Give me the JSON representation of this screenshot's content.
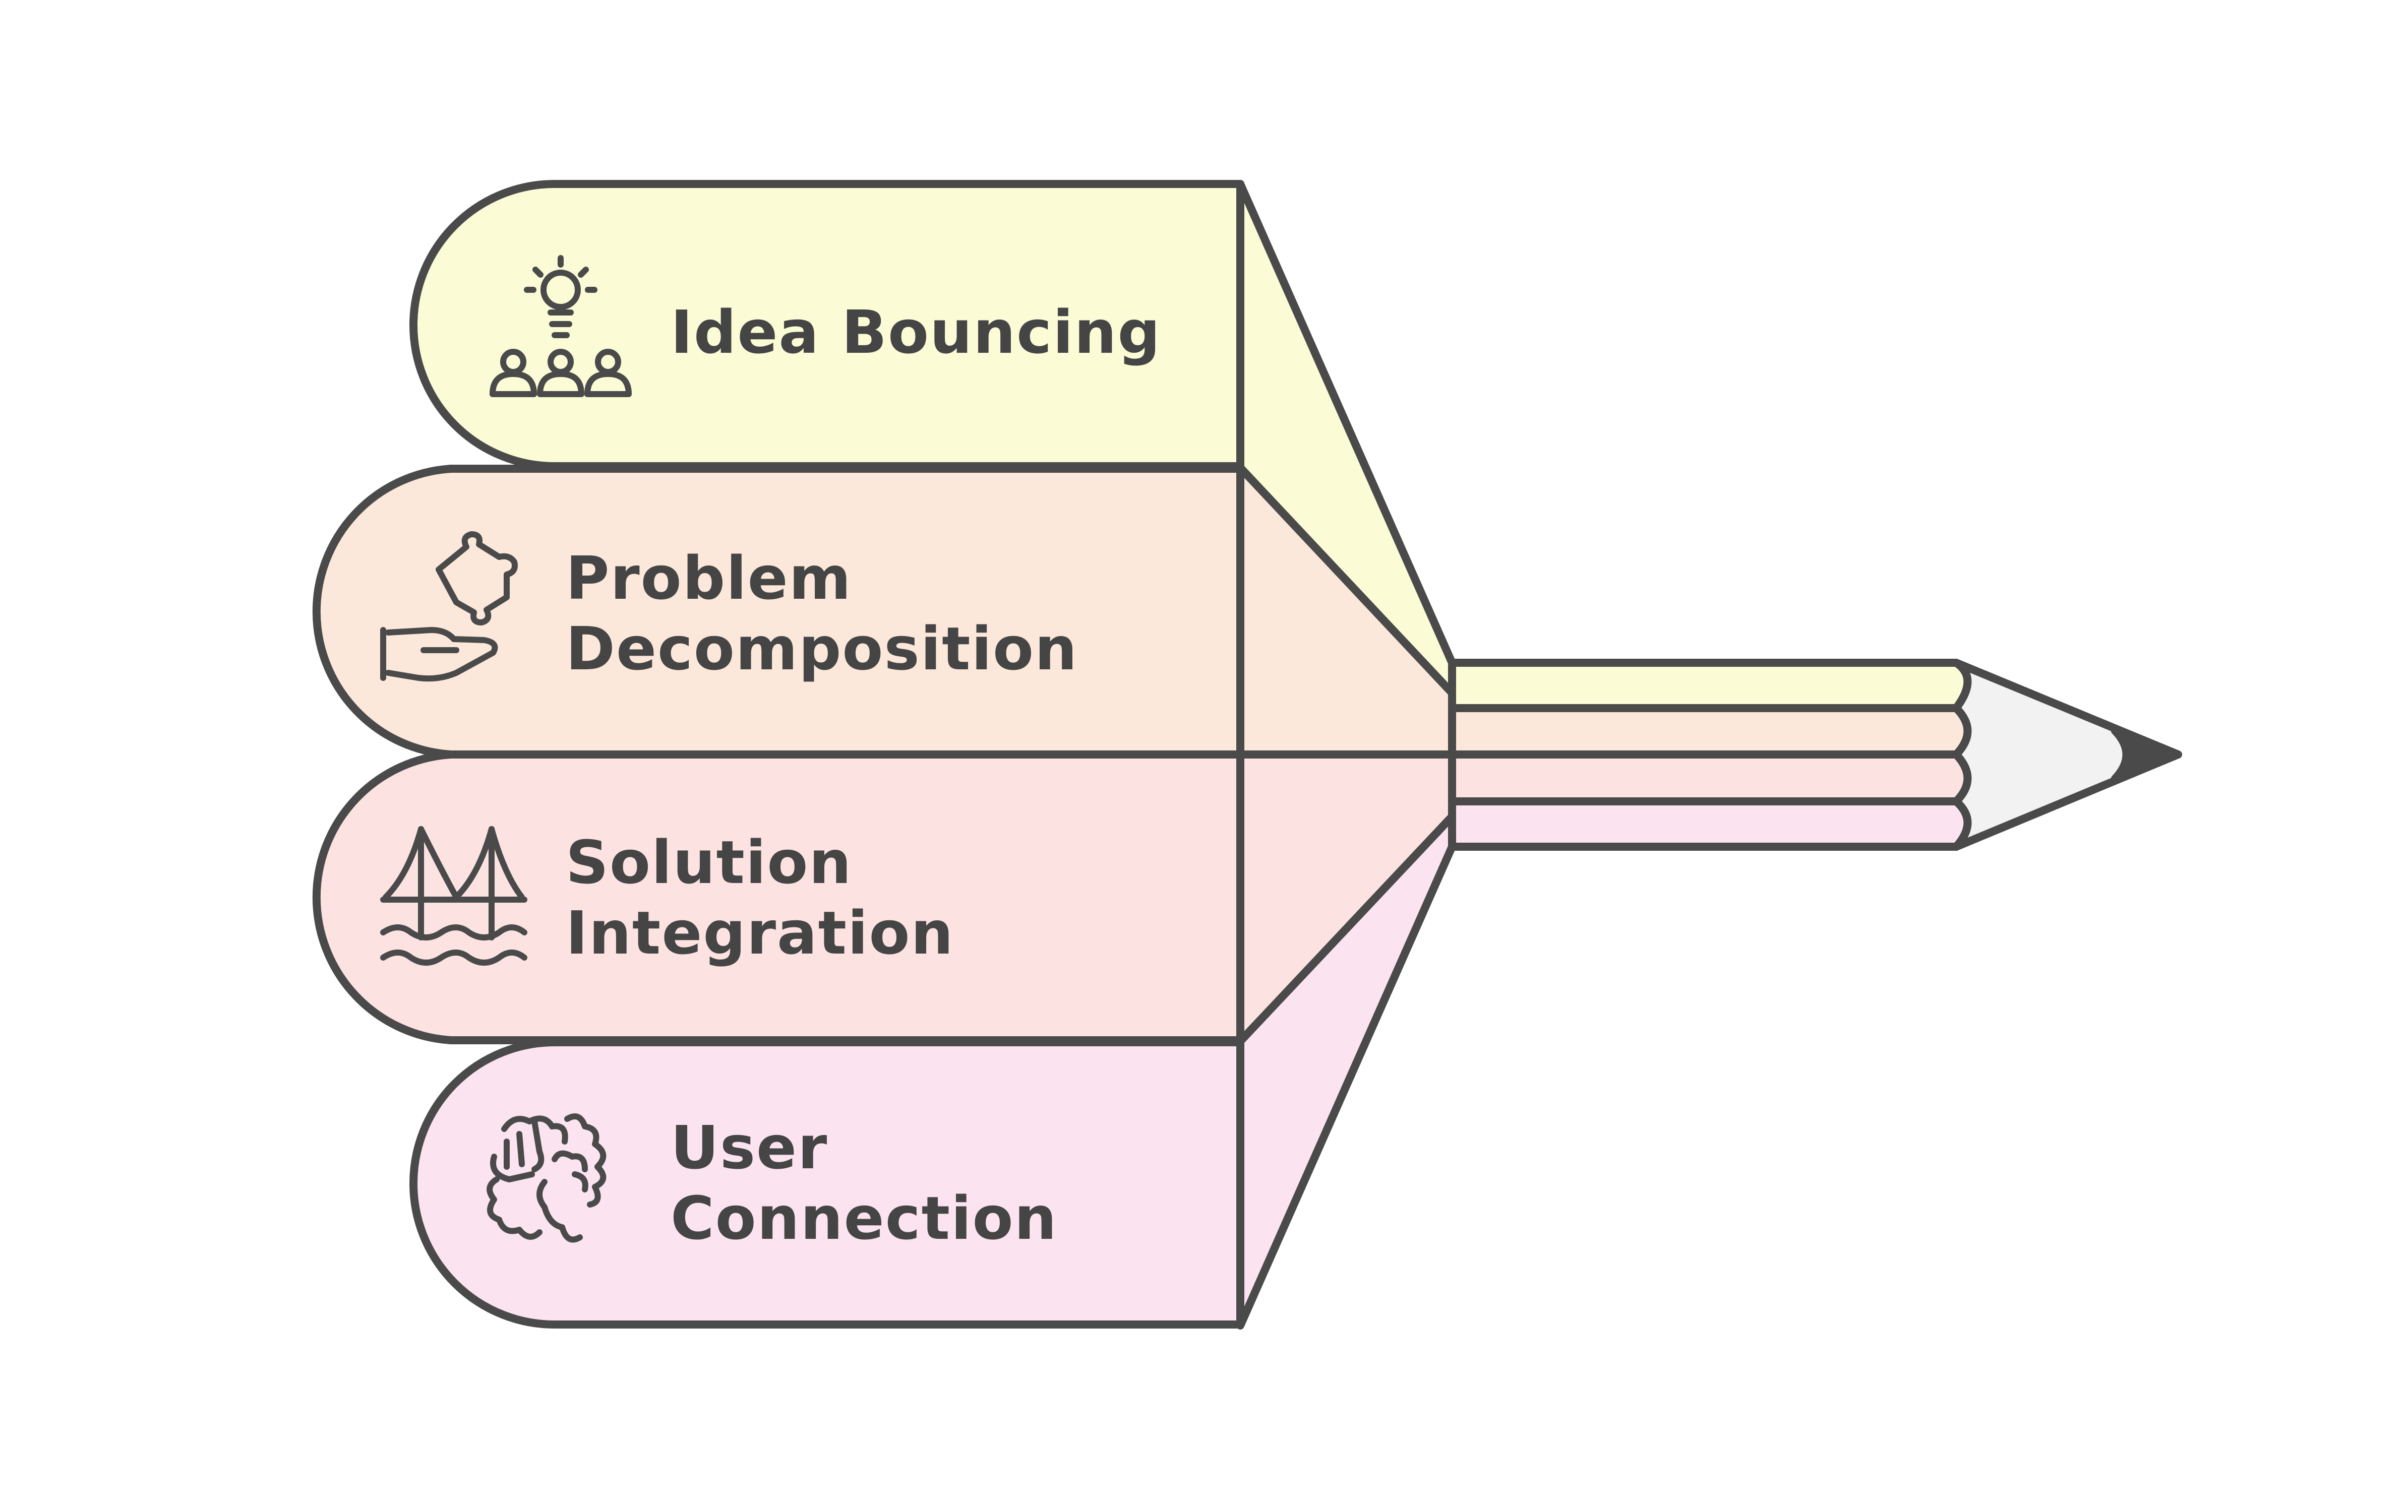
{
  "diagram": {
    "stages": [
      {
        "id": "idea-bouncing",
        "lines": [
          "Idea Bouncing"
        ],
        "icon": "lightbulb-team-icon",
        "color": "#fbfbd6"
      },
      {
        "id": "problem-decomposition",
        "lines": [
          "Problem",
          "Decomposition"
        ],
        "icon": "puzzle-hand-icon",
        "color": "#fce8da"
      },
      {
        "id": "solution-integration",
        "lines": [
          "Solution",
          "Integration"
        ],
        "icon": "bridge-icon",
        "color": "#fce3e1"
      },
      {
        "id": "user-connection",
        "lines": [
          "User",
          "Connection"
        ],
        "icon": "handshake-icon",
        "color": "#fbe3f0"
      }
    ],
    "pencil_tip_color": "#f2f2f2",
    "outline_color": "#4a4a4a"
  }
}
